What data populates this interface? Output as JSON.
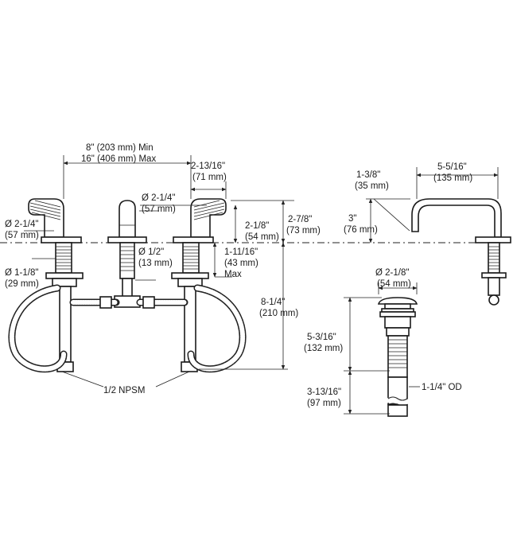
{
  "labels": {
    "spacing_min": "8\" (203 mm) Min",
    "spacing_max": "16\" (406 mm) Max",
    "handle_dia": "Ø 2-1/4\"",
    "handle_dia_mm": "(57 mm)",
    "shank_dia": "Ø 1-1/8\"",
    "shank_dia_mm": "(29 mm)",
    "spout_dia": "Ø 2-1/4\"",
    "spout_dia_mm": "(57 mm)",
    "supply_dia": "Ø 1/2\"",
    "supply_dia_mm": "(13 mm)",
    "handle_reach": "2-13/16\"",
    "handle_reach_mm": "(71 mm)",
    "handle_height": "2-1/8\"",
    "handle_height_mm": "(54 mm)",
    "spout_height": "2-7/8\"",
    "spout_height_mm": "(73 mm)",
    "deck_thickness": "1-11/16\"",
    "deck_thickness_mm": "(43 mm)",
    "deck_max": "Max",
    "below_deck": "8-1/4\"",
    "below_deck_mm": "(210 mm)",
    "connection": "1/2 NPSM",
    "spout_rise": "1-3/8\"",
    "spout_rise_mm": "(35 mm)",
    "spout_reach": "5-5/16\"",
    "spout_reach_mm": "(135 mm)",
    "spout_clearance": "3\"",
    "spout_clearance_mm": "(76 mm)",
    "drain_dia": "Ø 2-1/8\"",
    "drain_dia_mm": "(54 mm)",
    "drain_length": "5-3/16\"",
    "drain_length_mm": "(132 mm)",
    "tailpiece": "3-13/16\"",
    "tailpiece_mm": "(97 mm)",
    "tailpiece_od": "1-1/4\" OD"
  }
}
